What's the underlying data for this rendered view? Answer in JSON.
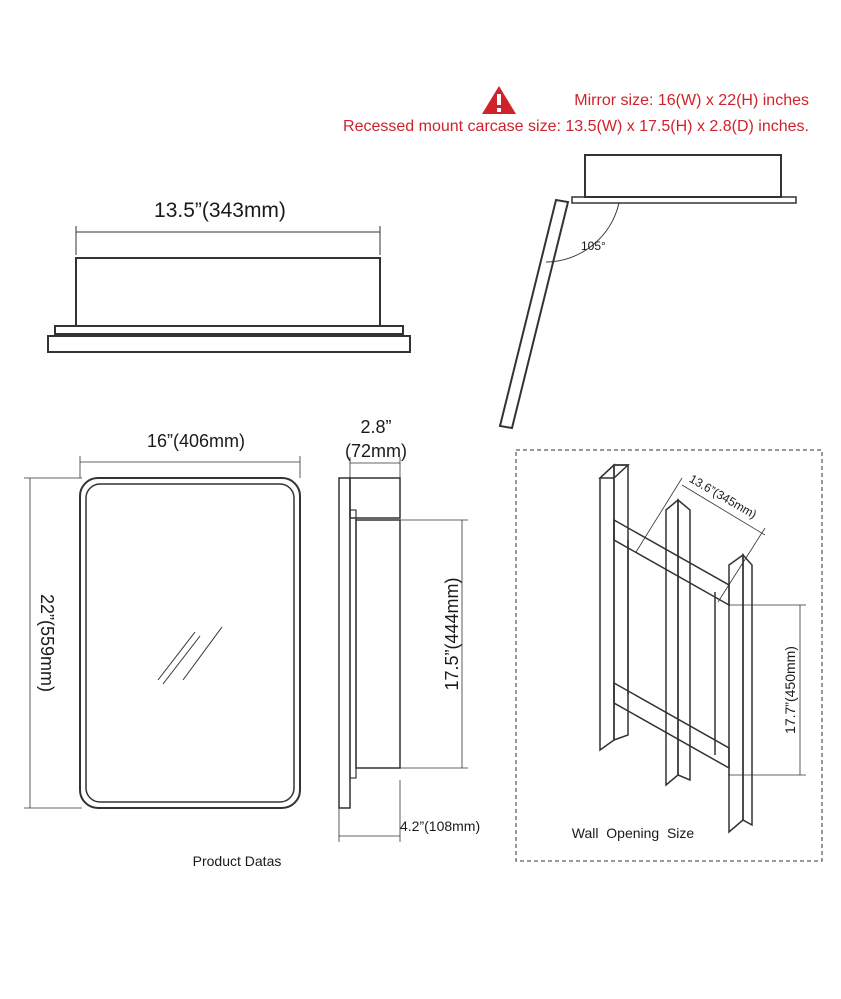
{
  "notes": {
    "mirror_size": "Mirror size: 16(W) x 22(H) inches",
    "carcase_size": "Recessed mount carcase size: 13.5(W) x 17.5(H) x 2.8(D) inches.",
    "warning_color": "#d0222b",
    "warning_icon": "warning-triangle-icon"
  },
  "top_view": {
    "width_label": "13.5”(343mm)"
  },
  "open_view": {
    "angle_label": "105°"
  },
  "front_view": {
    "width_label": "16”(406mm)",
    "height_label": "22”(559mm)",
    "caption": "Product Datas",
    "mirror_icon": "mirror-glare-icon"
  },
  "side_view": {
    "depth_label": "2.8”",
    "depth_label_mm": "(72mm)",
    "carcase_height_label": "17.5”(444mm)",
    "total_depth_label": "4.2”(108mm)"
  },
  "wall_opening": {
    "width_label": "13.6”(345mm)",
    "height_label": "17.7”(450mm)",
    "caption": "Wall  Opening  Size"
  }
}
